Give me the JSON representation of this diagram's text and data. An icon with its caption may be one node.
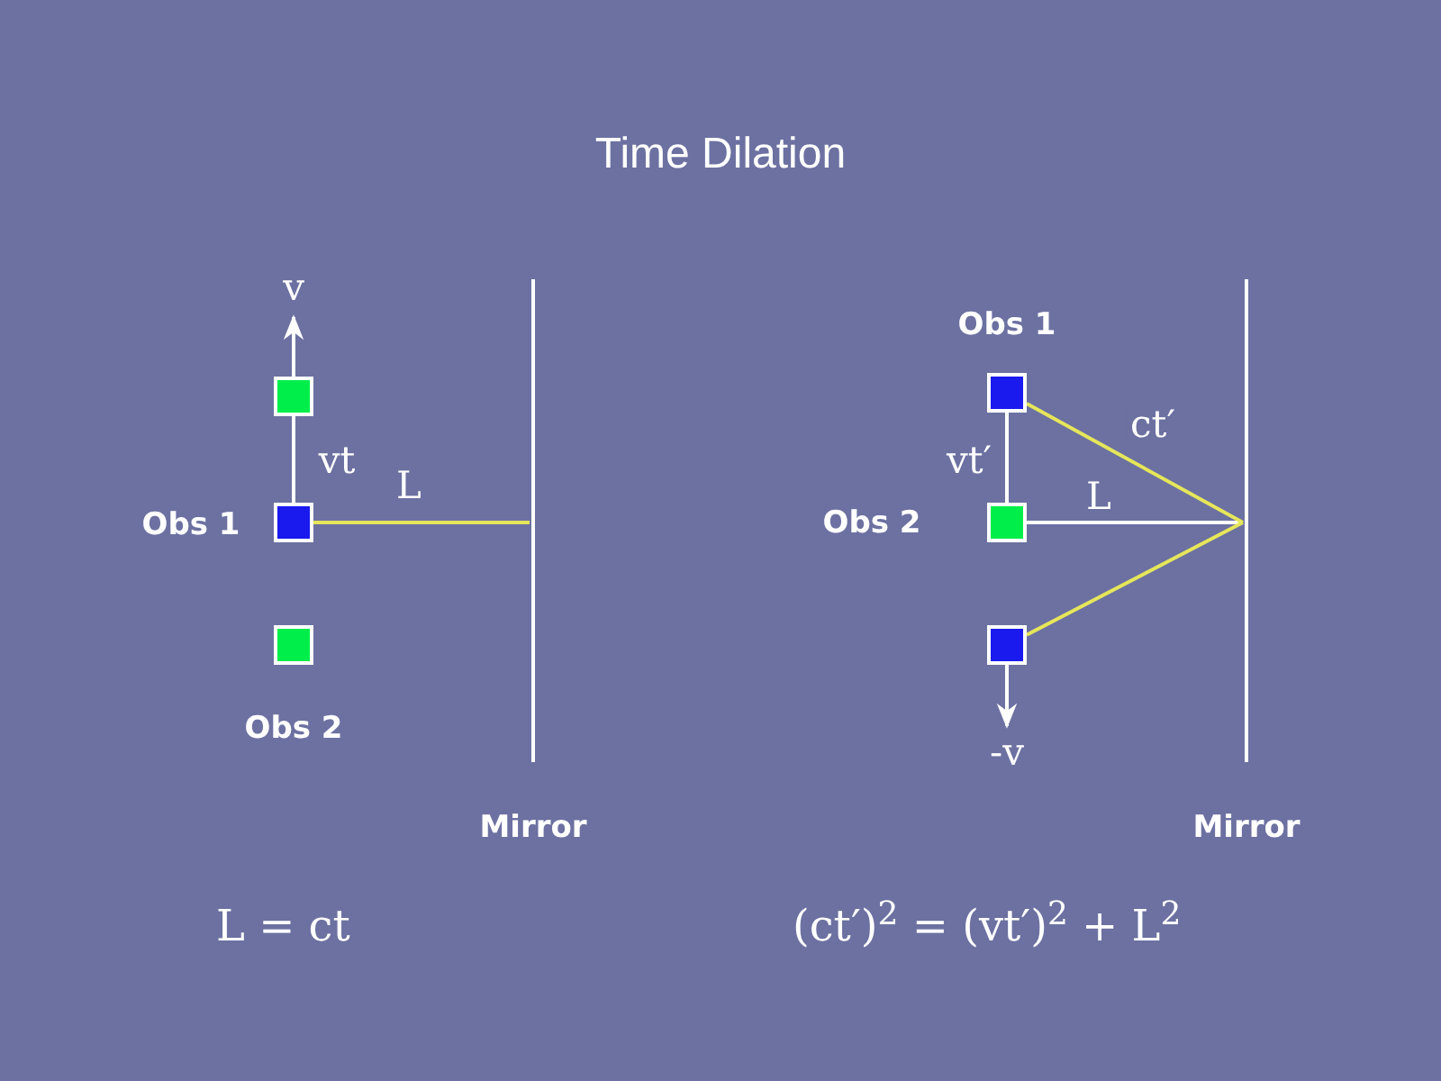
{
  "diagram": {
    "title": "Time Dilation",
    "nodes": [
      {
        "text": [],
        "shape": "box"
      },
      {
        "text": [],
        "shape": "box",
        "beside": [
          "Obs 1"
        ]
      },
      {
        "text": [],
        "shape": "box",
        "beside": [
          "Obs 2"
        ]
      },
      {
        "text": [],
        "shape": "bar",
        "beside": [
          "Mirror"
        ]
      },
      {
        "text": [],
        "shape": "box",
        "beside": [
          "Obs 1"
        ]
      },
      {
        "text": [],
        "shape": "box",
        "beside": [
          "Obs 2"
        ]
      },
      {
        "text": [],
        "shape": "box"
      },
      {
        "text": [],
        "shape": "bar",
        "beside": [
          "Mirror"
        ]
      }
    ],
    "edges": [
      {
        "from": 0,
        "to": null,
        "arrow": "to",
        "label": "v"
      },
      {
        "from": 0,
        "to": 1,
        "arrow": "none",
        "label": "vt"
      },
      {
        "from": 1,
        "to": 3,
        "arrow": "none",
        "label": "L",
        "color": "#e6e65a"
      },
      {
        "from": 4,
        "to": 5,
        "arrow": "none",
        "label": "vt′"
      },
      {
        "from": 5,
        "to": 7,
        "arrow": "none",
        "label": "L"
      },
      {
        "from": 4,
        "to": 7,
        "arrow": "none",
        "label": "ct′",
        "color": "#e6e65a"
      },
      {
        "from": 6,
        "to": 7,
        "arrow": "none",
        "color": "#e6e65a"
      },
      {
        "from": 6,
        "to": null,
        "arrow": "to",
        "label": "-v"
      }
    ],
    "labels": [
      "L = ct",
      "(ct′)$^{2}$ = (vt′)$^{2}$ + L$^{2}$"
    ]
  }
}
